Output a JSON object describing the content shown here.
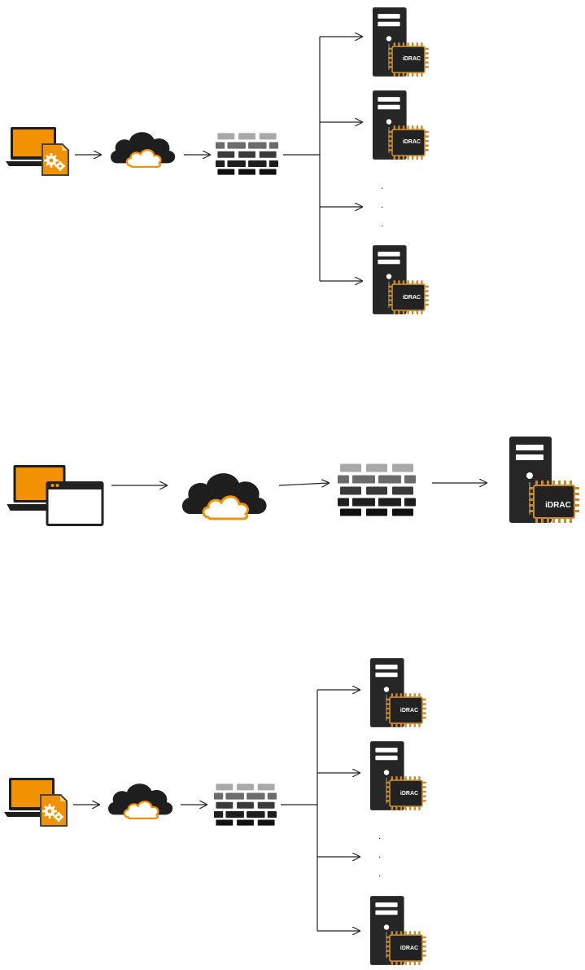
{
  "colors": {
    "orange": "#f39200",
    "dark": "#1e1e1e",
    "server_dark": "#262626",
    "chip": "#222222",
    "chip_pins": "#c98a2e",
    "brick_light": "#a8a8a8",
    "brick_mid": "#6b6b6b",
    "brick_dark": "#252525",
    "arrow": "#222222"
  },
  "icons": {
    "laptop_script": "laptop-with-gear-document-icon",
    "laptop_window": "laptop-with-browser-window-icon",
    "cloud": "cloud-icon",
    "firewall": "firewall-brick-wall-icon",
    "server": "server-tower-with-idrac-chip-icon"
  },
  "chip_label": "iDRAC",
  "ellipsis": [
    ".",
    ".",
    "."
  ],
  "diagrams": [
    {
      "id": "top",
      "kind": "one-to-many",
      "server_count_shown": 3
    },
    {
      "id": "middle",
      "kind": "one-to-one",
      "server_count_shown": 1
    },
    {
      "id": "bottom",
      "kind": "one-to-many",
      "server_count_shown": 3
    }
  ]
}
